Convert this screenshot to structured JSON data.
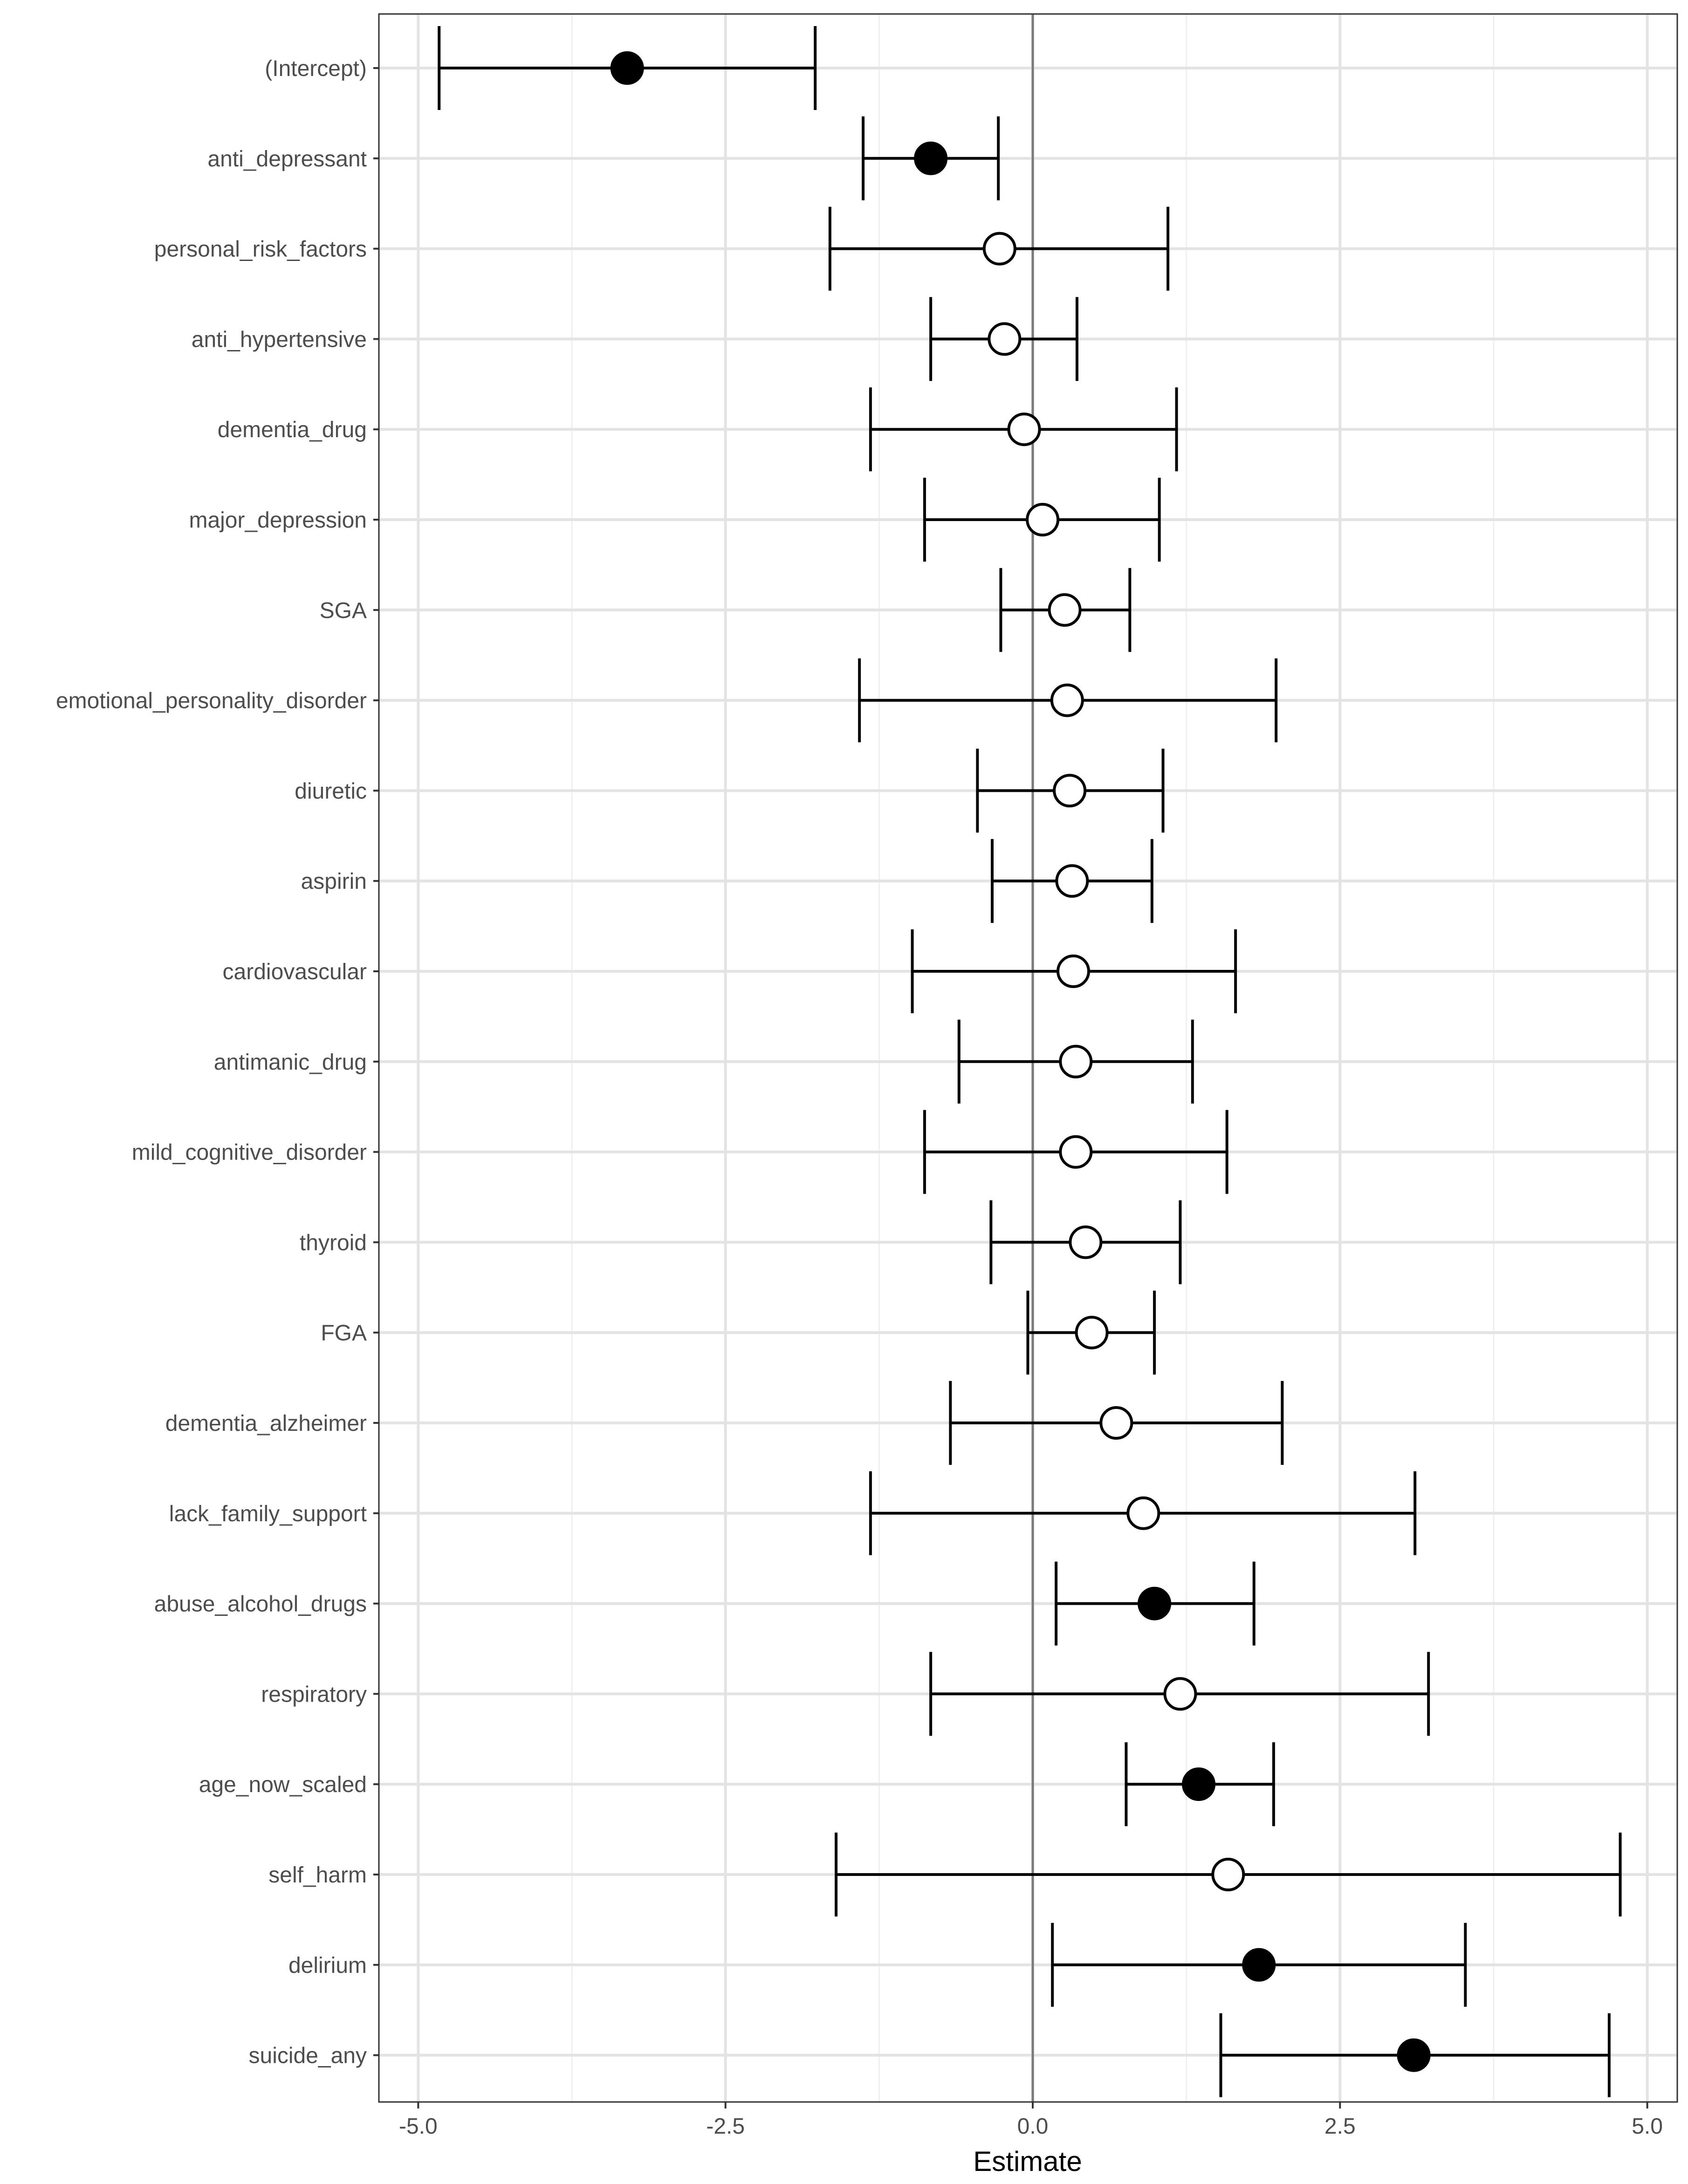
{
  "chart_data": {
    "type": "forest",
    "xlabel": "Estimate",
    "xlim": [
      -5.4,
      5.25
    ],
    "x_ticks": [
      -5.0,
      -2.5,
      0.0,
      2.5,
      5.0
    ],
    "x_tick_labels": [
      "-5.0",
      "-2.5",
      "0.0",
      "2.5",
      "5.0"
    ],
    "reference_line_x": 0,
    "grid": true,
    "rows": [
      {
        "label": "(Intercept)",
        "estimate": -3.3,
        "lower": -4.83,
        "upper": -1.77,
        "significant": true
      },
      {
        "label": "anti_depressant",
        "estimate": -0.83,
        "lower": -1.38,
        "upper": -0.28,
        "significant": true
      },
      {
        "label": "personal_risk_factors",
        "estimate": -0.27,
        "lower": -1.65,
        "upper": 1.1,
        "significant": false
      },
      {
        "label": "anti_hypertensive",
        "estimate": -0.23,
        "lower": -0.83,
        "upper": 0.36,
        "significant": false
      },
      {
        "label": "dementia_drug",
        "estimate": -0.07,
        "lower": -1.32,
        "upper": 1.17,
        "significant": false
      },
      {
        "label": "major_depression",
        "estimate": 0.08,
        "lower": -0.88,
        "upper": 1.03,
        "significant": false
      },
      {
        "label": "SGA",
        "estimate": 0.26,
        "lower": -0.26,
        "upper": 0.79,
        "significant": false
      },
      {
        "label": "emotional_personality_disorder",
        "estimate": 0.28,
        "lower": -1.41,
        "upper": 1.98,
        "significant": false
      },
      {
        "label": "diuretic",
        "estimate": 0.3,
        "lower": -0.45,
        "upper": 1.06,
        "significant": false
      },
      {
        "label": "aspirin",
        "estimate": 0.32,
        "lower": -0.33,
        "upper": 0.97,
        "significant": false
      },
      {
        "label": "cardiovascular",
        "estimate": 0.33,
        "lower": -0.98,
        "upper": 1.65,
        "significant": false
      },
      {
        "label": "antimanic_drug",
        "estimate": 0.35,
        "lower": -0.6,
        "upper": 1.3,
        "significant": false
      },
      {
        "label": "mild_cognitive_disorder",
        "estimate": 0.35,
        "lower": -0.88,
        "upper": 1.58,
        "significant": false
      },
      {
        "label": "thyroid",
        "estimate": 0.43,
        "lower": -0.34,
        "upper": 1.2,
        "significant": false
      },
      {
        "label": "FGA",
        "estimate": 0.48,
        "lower": -0.04,
        "upper": 0.99,
        "significant": false
      },
      {
        "label": "dementia_alzheimer",
        "estimate": 0.68,
        "lower": -0.67,
        "upper": 2.03,
        "significant": false
      },
      {
        "label": "lack_family_support",
        "estimate": 0.9,
        "lower": -1.32,
        "upper": 3.11,
        "significant": false
      },
      {
        "label": "abuse_alcohol_drugs",
        "estimate": 0.99,
        "lower": 0.19,
        "upper": 1.8,
        "significant": true
      },
      {
        "label": "respiratory",
        "estimate": 1.2,
        "lower": -0.83,
        "upper": 3.22,
        "significant": false
      },
      {
        "label": "age_now_scaled",
        "estimate": 1.35,
        "lower": 0.76,
        "upper": 1.96,
        "significant": true
      },
      {
        "label": "self_harm",
        "estimate": 1.59,
        "lower": -1.6,
        "upper": 4.78,
        "significant": false
      },
      {
        "label": "delirium",
        "estimate": 1.84,
        "lower": 0.16,
        "upper": 3.52,
        "significant": true
      },
      {
        "label": "suicide_any",
        "estimate": 3.1,
        "lower": 1.53,
        "upper": 4.69,
        "significant": true
      }
    ]
  }
}
